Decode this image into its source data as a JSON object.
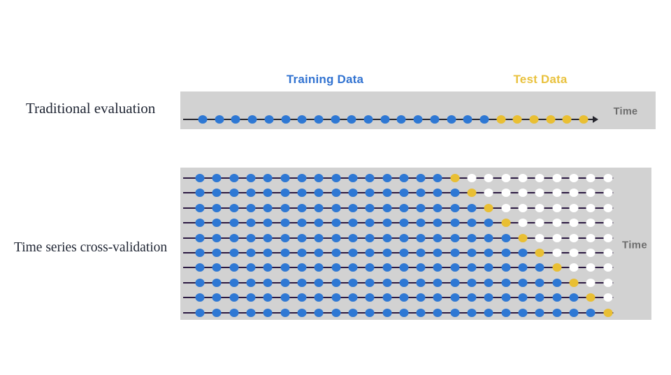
{
  "legend": {
    "training_label": "Training Data",
    "test_label": "Test Data"
  },
  "traditional": {
    "label": "Traditional evaluation",
    "time_label": "Time",
    "dots": {
      "train": 18,
      "test": 6,
      "future": 0
    }
  },
  "cross_validation": {
    "label": "Time series cross-validation",
    "time_label": "Time",
    "rows": [
      {
        "train": 15,
        "test": 1,
        "future": 9
      },
      {
        "train": 16,
        "test": 1,
        "future": 8
      },
      {
        "train": 17,
        "test": 1,
        "future": 7
      },
      {
        "train": 18,
        "test": 1,
        "future": 6
      },
      {
        "train": 19,
        "test": 1,
        "future": 5
      },
      {
        "train": 20,
        "test": 1,
        "future": 4
      },
      {
        "train": 21,
        "test": 1,
        "future": 3
      },
      {
        "train": 22,
        "test": 1,
        "future": 2
      },
      {
        "train": 23,
        "test": 1,
        "future": 1
      },
      {
        "train": 24,
        "test": 1,
        "future": 0
      }
    ]
  },
  "colors": {
    "train_heading": "#3273d1",
    "test_heading": "#e9c23f",
    "train_dot": "#2e78d4",
    "test_dot": "#e9bf33",
    "future_dot": "#ffffff",
    "panel_bg": "#d2d2d2",
    "line_top": "#26262e",
    "line_bottom": "#2c1a42",
    "time_text": "#6d6d6d",
    "label_text": "#1f2533"
  }
}
